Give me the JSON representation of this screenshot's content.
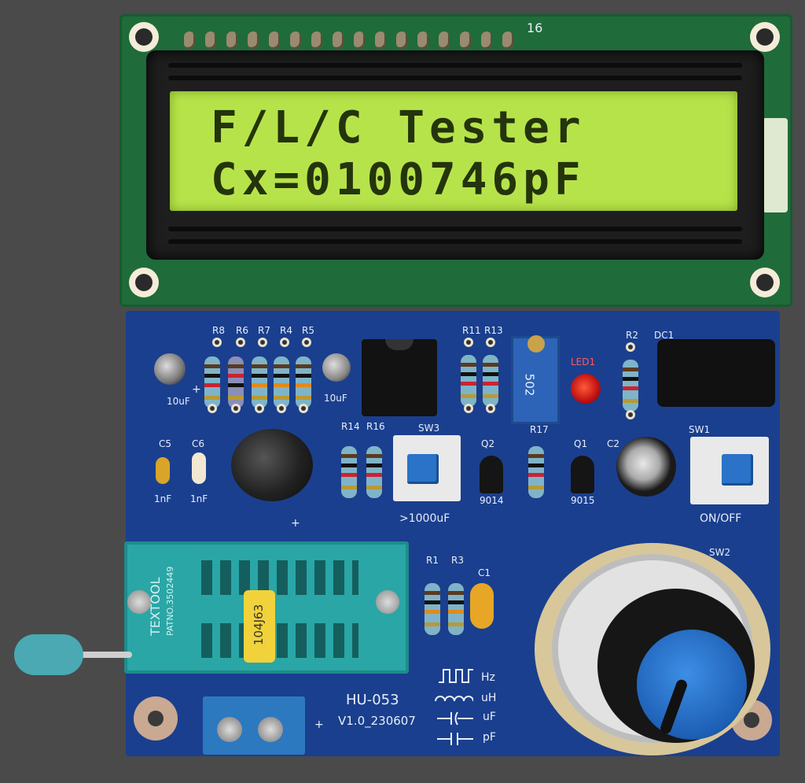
{
  "lcd": {
    "line1": "F/L/C Tester",
    "line2": "Cx=0100746pF",
    "pin_label": "16"
  },
  "pcb": {
    "model": "HU-053",
    "version": "V1.0_230607",
    "labels": {
      "r8": "R8",
      "r6": "R6",
      "r7": "R7",
      "r4": "R4",
      "r5": "R5",
      "r11": "R11",
      "r13": "R13",
      "r2": "R2",
      "r14": "R14",
      "r16": "R16",
      "r17": "R17",
      "r1": "R1",
      "r3": "R3",
      "c5": "C5",
      "c6": "C6",
      "c1": "C1",
      "c2": "C2",
      "q1": "Q1",
      "q2": "Q2",
      "sw1": "SW1",
      "sw2": "SW2",
      "sw3": "SW3",
      "dc1": "DC1",
      "led1": "LED1",
      "cap_10uf_left": "10uF",
      "cap_10uf_right": "10uF",
      "c5_value": "1nF",
      "c6_value": "1nF",
      "q2_part": "9014",
      "q1_part": "9015",
      "sw3_note": ">1000uF",
      "sw1_note": "ON/OFF",
      "mode_hz": "Hz",
      "mode_uh": "uH",
      "mode_uf": "uF",
      "mode_pf": "pF",
      "plus": "+"
    },
    "trimmer_code": "502",
    "socket_text": "TEXTOOL",
    "socket_sub": "PATNO.3502449",
    "cap_code": "104J63"
  }
}
